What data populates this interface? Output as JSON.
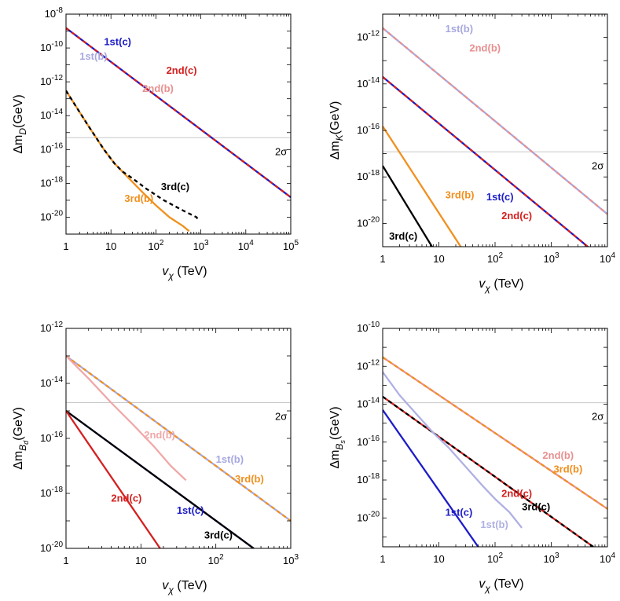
{
  "chart_data": [
    {
      "type": "line",
      "xscale": "log",
      "yscale": "log",
      "xlim": [
        1,
        100000
      ],
      "ylim": [
        1e-21,
        1e-08
      ],
      "xticks": [
        {
          "v": 1,
          "m": "1"
        },
        {
          "v": 10,
          "m": "10"
        },
        {
          "v": 100,
          "b": "10",
          "e": "2"
        },
        {
          "v": 1000,
          "b": "10",
          "e": "3"
        },
        {
          "v": 10000,
          "b": "10",
          "e": "4"
        },
        {
          "v": 100000,
          "b": "10",
          "e": "5"
        }
      ],
      "yticks": [
        {
          "v": 1e-08,
          "b": "10",
          "e": "-8"
        },
        {
          "v": 1e-10,
          "b": "10",
          "e": "-10"
        },
        {
          "v": 1e-12,
          "b": "10",
          "e": "-12"
        },
        {
          "v": 1e-14,
          "b": "10",
          "e": "-14"
        },
        {
          "v": 1e-16,
          "b": "10",
          "e": "-16"
        },
        {
          "v": 1e-18,
          "b": "10",
          "e": "-18"
        },
        {
          "v": 1e-20,
          "b": "10",
          "e": "-20"
        }
      ],
      "xlabel": {
        "main": "v",
        "sub": "χ",
        "rest": " (TeV)"
      },
      "ylabel": {
        "main": "Δm",
        "sub": "D",
        "rest": "(GeV)"
      },
      "sigma_line": {
        "y": 5e-16,
        "label": "2σ"
      },
      "series": [
        {
          "name": "1st(c)",
          "color": "#1c1cc8",
          "points": [
            [
              1,
              1.5e-09
            ],
            [
              100000,
              1.5e-19
            ]
          ]
        },
        {
          "name": "2nd(c)",
          "color": "#d42020",
          "dashed": true,
          "points": [
            [
              1,
              1.5e-09
            ],
            [
              100000,
              1.5e-19
            ]
          ]
        },
        {
          "name": "1st(b)",
          "color": "#a8a8e0",
          "points": [
            [
              1,
              1.5e-09
            ],
            [
              100000,
              1.5e-19
            ]
          ],
          "hidden": true
        },
        {
          "name": "2nd(b)",
          "color": "#e89090",
          "points": [
            [
              1,
              1.5e-09
            ],
            [
              100000,
              1.5e-19
            ]
          ],
          "hidden": true
        },
        {
          "name": "3rd(b)",
          "color": "#f0901e",
          "points": [
            [
              1,
              3e-13
            ],
            [
              3,
              3e-15
            ],
            [
              7,
              1e-16
            ],
            [
              12,
              1.5e-17
            ],
            [
              25,
              2e-18
            ],
            [
              50,
              3e-19
            ],
            [
              100,
              5e-20
            ],
            [
              200,
              1e-20
            ],
            [
              400,
              3e-21
            ],
            [
              550,
              1.5e-21
            ]
          ]
        },
        {
          "name": "3rd(c)",
          "color": "#000000",
          "dashed": true,
          "points": [
            [
              1,
              3e-13
            ],
            [
              3,
              3e-15
            ],
            [
              7,
              1e-16
            ],
            [
              12,
              1.5e-17
            ],
            [
              18,
              5e-18
            ],
            [
              30,
              2e-18
            ],
            [
              60,
              5e-19
            ],
            [
              150,
              1e-19
            ],
            [
              400,
              2.5e-20
            ],
            [
              800,
              1e-20
            ],
            [
              900,
              6e-21
            ]
          ]
        }
      ],
      "labels": [
        {
          "text": "1st(c)",
          "color": "#1c1cc8",
          "x": 7,
          "y": 1.5e-10
        },
        {
          "text": "1st(b)",
          "color": "#a8a8e0",
          "x": 2,
          "y": 2e-11
        },
        {
          "text": "2nd(c)",
          "color": "#d42020",
          "x": 170,
          "y": 3e-12
        },
        {
          "text": "2nd(b)",
          "color": "#e89090",
          "x": 50,
          "y": 2.5e-13
        },
        {
          "text": "3rd(c)",
          "color": "#000000",
          "x": 130,
          "y": 4e-19
        },
        {
          "text": "3rd(b)",
          "color": "#f0901e",
          "x": 20,
          "y": 8e-20
        }
      ]
    },
    {
      "type": "line",
      "xscale": "log",
      "yscale": "log",
      "xlim": [
        1,
        10000
      ],
      "ylim": [
        1e-21,
        1e-11
      ],
      "xticks": [
        {
          "v": 1,
          "m": "1"
        },
        {
          "v": 10,
          "m": "10"
        },
        {
          "v": 100,
          "b": "10",
          "e": "2"
        },
        {
          "v": 1000,
          "b": "10",
          "e": "3"
        },
        {
          "v": 10000,
          "b": "10",
          "e": "4"
        }
      ],
      "yticks": [
        {
          "v": 1e-12,
          "b": "10",
          "e": "-12"
        },
        {
          "v": 1e-14,
          "b": "10",
          "e": "-14"
        },
        {
          "v": 1e-16,
          "b": "10",
          "e": "-16"
        },
        {
          "v": 1e-18,
          "b": "10",
          "e": "-18"
        },
        {
          "v": 1e-20,
          "b": "10",
          "e": "-20"
        }
      ],
      "xlabel": {
        "main": "v",
        "sub": "χ",
        "rest": " (TeV)"
      },
      "ylabel": {
        "main": "Δm",
        "sub": "K",
        "rest": "(GeV)"
      },
      "sigma_line": {
        "y": 1.2e-17,
        "label": "2σ"
      },
      "series": [
        {
          "name": "1st(b)",
          "color": "#a8a8e0",
          "points": [
            [
              1,
              2.5e-12
            ],
            [
              10000,
              2.5e-20
            ]
          ]
        },
        {
          "name": "2nd(b)",
          "color": "#e89090",
          "dashed": true,
          "points": [
            [
              1,
              2.5e-12
            ],
            [
              10000,
              2.5e-20
            ]
          ]
        },
        {
          "name": "1st(c)",
          "color": "#1c1cc8",
          "points": [
            [
              1,
              2e-14
            ],
            [
              5000,
              8e-22
            ]
          ]
        },
        {
          "name": "2nd(c)",
          "color": "#d42020",
          "dashed": true,
          "points": [
            [
              1,
              2e-14
            ],
            [
              5000,
              8e-22
            ]
          ]
        },
        {
          "name": "3rd(b)",
          "color": "#f0901e",
          "points": [
            [
              1,
              1.5e-16
            ],
            [
              26,
              8e-22
            ]
          ]
        },
        {
          "name": "3rd(c)",
          "color": "#000000",
          "points": [
            [
              1,
              3e-18
            ],
            [
              8,
              8e-22
            ]
          ]
        }
      ],
      "labels": [
        {
          "text": "1st(b)",
          "color": "#a8a8e0",
          "x": 13,
          "y": 1.7e-12
        },
        {
          "text": "2nd(b)",
          "color": "#e89090",
          "x": 35,
          "y": 2.5e-13
        },
        {
          "text": "3rd(b)",
          "color": "#f0901e",
          "x": 13,
          "y": 1.2e-19
        },
        {
          "text": "1st(c)",
          "color": "#1c1cc8",
          "x": 70,
          "y": 1e-19
        },
        {
          "text": "2nd(c)",
          "color": "#d42020",
          "x": 130,
          "y": 1.5e-20
        },
        {
          "text": "3rd(c)",
          "color": "#000000",
          "x": 1.3,
          "y": 2e-21
        }
      ]
    },
    {
      "type": "line",
      "xscale": "log",
      "yscale": "log",
      "xlim": [
        1,
        1000
      ],
      "ylim": [
        1e-20,
        1e-12
      ],
      "xticks": [
        {
          "v": 1,
          "m": "1"
        },
        {
          "v": 10,
          "m": "10"
        },
        {
          "v": 100,
          "b": "10",
          "e": "2"
        },
        {
          "v": 1000,
          "b": "10",
          "e": "3"
        }
      ],
      "yticks": [
        {
          "v": 1e-12,
          "b": "10",
          "e": "-12"
        },
        {
          "v": 1e-14,
          "b": "10",
          "e": "-14"
        },
        {
          "v": 1e-16,
          "b": "10",
          "e": "-16"
        },
        {
          "v": 1e-18,
          "b": "10",
          "e": "-18"
        },
        {
          "v": 1e-20,
          "b": "10",
          "e": "-20"
        }
      ],
      "xlabel": {
        "main": "v",
        "sub": "χ",
        "rest": " (TeV)"
      },
      "ylabel": {
        "main": "Δm",
        "sub": "Bd",
        "rest": "(GeV)"
      },
      "sigma_line": {
        "y": 2e-15,
        "label": "2σ"
      },
      "series": [
        {
          "name": "1st(b)",
          "color": "#a8a8e0",
          "points": [
            [
              1,
              1e-13
            ],
            [
              1000,
              1e-19
            ]
          ]
        },
        {
          "name": "3rd(b)",
          "color": "#f0901e",
          "dashed": true,
          "points": [
            [
              1,
              1e-13
            ],
            [
              1000,
              1e-19
            ]
          ]
        },
        {
          "name": "2nd(b)",
          "color": "#f0a8a8",
          "points": [
            [
              1,
              1e-13
            ],
            [
              2,
              1.5e-14
            ],
            [
              4,
              2e-15
            ],
            [
              8,
              3e-16
            ],
            [
              15,
              5e-17
            ],
            [
              25,
              1e-17
            ],
            [
              40,
              3e-18
            ]
          ]
        },
        {
          "name": "1st(c)",
          "color": "#1c1cc8",
          "points": [
            [
              1,
              1e-15
            ],
            [
              320,
              1e-20
            ]
          ]
        },
        {
          "name": "3rd(c)",
          "color": "#000000",
          "points": [
            [
              1,
              1e-15
            ],
            [
              320,
              1e-20
            ]
          ]
        },
        {
          "name": "2nd(c)",
          "color": "#d42020",
          "points": [
            [
              1,
              1e-15
            ],
            [
              18,
              1e-20
            ]
          ]
        }
      ],
      "labels": [
        {
          "text": "2nd(b)",
          "color": "#f0a8a8",
          "x": 11,
          "y": 1e-16
        },
        {
          "text": "1st(b)",
          "color": "#a8a8e0",
          "x": 100,
          "y": 1.3e-17
        },
        {
          "text": "3rd(b)",
          "color": "#f0901e",
          "x": 180,
          "y": 2.5e-18
        },
        {
          "text": "2nd(c)",
          "color": "#d42020",
          "x": 4,
          "y": 5e-19
        },
        {
          "text": "1st(c)",
          "color": "#1c1cc8",
          "x": 30,
          "y": 1.8e-19
        },
        {
          "text": "3rd(c)",
          "color": "#000000",
          "x": 70,
          "y": 2.3e-20
        }
      ]
    },
    {
      "type": "line",
      "xscale": "log",
      "yscale": "log",
      "xlim": [
        1,
        10000
      ],
      "ylim": [
        3e-22,
        1e-10
      ],
      "xticks": [
        {
          "v": 1,
          "m": "1"
        },
        {
          "v": 10,
          "m": "10"
        },
        {
          "v": 100,
          "b": "10",
          "e": "2"
        },
        {
          "v": 1000,
          "b": "10",
          "e": "3"
        },
        {
          "v": 10000,
          "b": "10",
          "e": "4"
        }
      ],
      "yticks": [
        {
          "v": 1e-10,
          "b": "10",
          "e": "-10"
        },
        {
          "v": 1e-12,
          "b": "10",
          "e": "-12"
        },
        {
          "v": 1e-14,
          "b": "10",
          "e": "-14"
        },
        {
          "v": 1e-16,
          "b": "10",
          "e": "-16"
        },
        {
          "v": 1e-18,
          "b": "10",
          "e": "-18"
        },
        {
          "v": 1e-20,
          "b": "10",
          "e": "-20"
        }
      ],
      "xlabel": {
        "main": "v",
        "sub": "χ",
        "rest": " (TeV)"
      },
      "ylabel": {
        "main": "Δm",
        "sub": "Bs",
        "rest": "(GeV)"
      },
      "sigma_line": {
        "y": 1.2e-14,
        "label": "2σ"
      },
      "series": [
        {
          "name": "2nd(b)",
          "color": "#e89090",
          "points": [
            [
              1,
              3e-12
            ],
            [
              10000,
              3e-20
            ]
          ]
        },
        {
          "name": "3rd(b)",
          "color": "#f0901e",
          "dashed": true,
          "points": [
            [
              1,
              3e-12
            ],
            [
              10000,
              3e-20
            ]
          ]
        },
        {
          "name": "2nd(c)",
          "color": "#d42020",
          "points": [
            [
              1,
              2.5e-14
            ],
            [
              5600,
              3e-22
            ]
          ]
        },
        {
          "name": "3rd(c)",
          "color": "#000000",
          "dashed": true,
          "points": [
            [
              1,
              2.5e-14
            ],
            [
              5600,
              3e-22
            ]
          ]
        },
        {
          "name": "1st(c)",
          "color": "#1c1cc8",
          "points": [
            [
              1,
              5e-15
            ],
            [
              50,
              3e-22
            ]
          ]
        },
        {
          "name": "1st(b)",
          "color": "#b0b0e4",
          "points": [
            [
              1,
              5e-13
            ],
            [
              2,
              3e-14
            ],
            [
              4,
              3e-15
            ],
            [
              8,
              3e-16
            ],
            [
              15,
              5e-17
            ],
            [
              30,
              5e-18
            ],
            [
              60,
              5e-19
            ],
            [
              100,
              1e-19
            ],
            [
              180,
              2e-20
            ],
            [
              300,
              3e-21
            ]
          ]
        }
      ],
      "labels": [
        {
          "text": "2nd(b)",
          "color": "#e89090",
          "x": 700,
          "y": 1.3e-17
        },
        {
          "text": "3rd(b)",
          "color": "#f0901e",
          "x": 1100,
          "y": 2.5e-18
        },
        {
          "text": "1st(c)",
          "color": "#1c1cc8",
          "x": 13,
          "y": 1.3e-20
        },
        {
          "text": "2nd(c)",
          "color": "#d42020",
          "x": 130,
          "y": 1.3e-19
        },
        {
          "text": "3rd(c)",
          "color": "#000000",
          "x": 300,
          "y": 2.5e-20
        },
        {
          "text": "1st(b)",
          "color": "#b0b0e4",
          "x": 55,
          "y": 3e-21,
          "small": true
        }
      ]
    }
  ]
}
